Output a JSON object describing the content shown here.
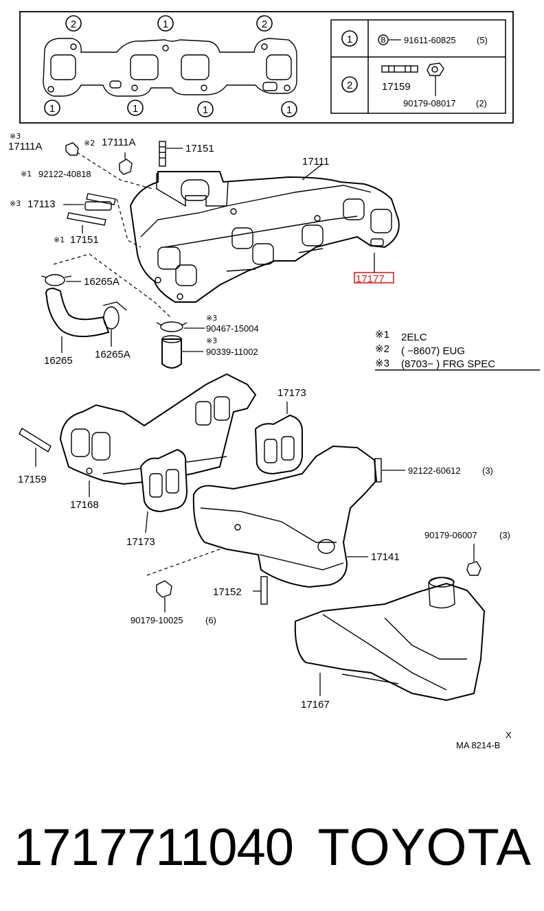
{
  "gasket_box": {
    "circle_labels": [
      "2",
      "1",
      "2",
      "1",
      "1",
      "1",
      "1"
    ],
    "legend": [
      {
        "key": "1",
        "marker": "B",
        "part": "91611-60825",
        "qty": "(5)"
      },
      {
        "key": "2",
        "part_stud": "17159",
        "part_nut": "90179-08017",
        "qty": "(2)"
      }
    ]
  },
  "callouts": {
    "p17111A_left": "17111A",
    "p17111A_left_mark": "※3",
    "p17111A_mid": "17111A",
    "p17111A_mid_mark": "※2",
    "p17151_top": "17151",
    "p17111": "17111",
    "p92122_40818": "92122-40818",
    "p92122_40818_mark": "※1",
    "p17113": "17113",
    "p17113_mark": "※3",
    "p17151_left": "17151",
    "p17151_left_mark": "※1",
    "p17177": "17177",
    "p16265A_top": "16265A",
    "p90467": "90467-15004",
    "p90467_mark": "※3",
    "p90339": "90339-11002",
    "p90339_mark": "※3",
    "p16265": "16265",
    "p16265A_bottom": "16265A",
    "p17173_top": "17173",
    "p92122_60612": "92122-60612",
    "p92122_60612_qty": "(3)",
    "p17159": "17159",
    "p17168": "17168",
    "p17173_bottom": "17173",
    "p90179_06007": "90179-06007",
    "p90179_06007_qty": "(3)",
    "p17141": "17141",
    "p17152": "17152",
    "p90179_10025": "90179-10025",
    "p90179_10025_qty": "(6)",
    "p17167": "17167"
  },
  "notes": [
    {
      "mark": "※1",
      "text": "2ELC"
    },
    {
      "mark": "※2",
      "text": "(        −8607) EUG"
    },
    {
      "mark": "※3",
      "text": "(8703−        ) FRG SPEC"
    }
  ],
  "figure_code": "MA 8214-B",
  "figure_code_mark": "X",
  "footer": {
    "part_number": "1717711040",
    "brand": "TOYOTA"
  },
  "highlight_color": "#e02020"
}
